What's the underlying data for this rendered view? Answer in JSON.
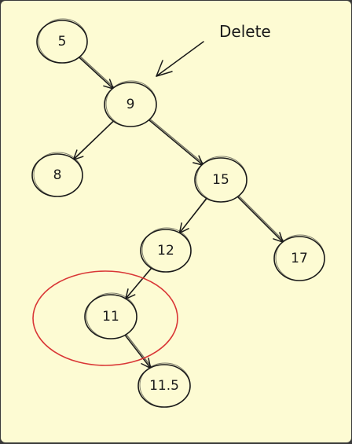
{
  "diagram": {
    "annotation": "Delete",
    "nodes": [
      {
        "id": "n5",
        "label": "5"
      },
      {
        "id": "n9",
        "label": "9"
      },
      {
        "id": "n8",
        "label": "8"
      },
      {
        "id": "n15",
        "label": "15"
      },
      {
        "id": "n12",
        "label": "12"
      },
      {
        "id": "n17",
        "label": "17"
      },
      {
        "id": "n11",
        "label": "11"
      },
      {
        "id": "n11_5",
        "label": "11.5"
      }
    ],
    "edges": [
      {
        "from": "n5",
        "to": "n9"
      },
      {
        "from": "n9",
        "to": "n8"
      },
      {
        "from": "n9",
        "to": "n15"
      },
      {
        "from": "n15",
        "to": "n12"
      },
      {
        "from": "n15",
        "to": "n17"
      },
      {
        "from": "n12",
        "to": "n11"
      },
      {
        "from": "n11",
        "to": "n11_5"
      }
    ],
    "highlighted_node": "n11",
    "colors": {
      "background": "#fdfbd3",
      "ink": "#1a1a1a",
      "highlight": "#d93636"
    }
  }
}
